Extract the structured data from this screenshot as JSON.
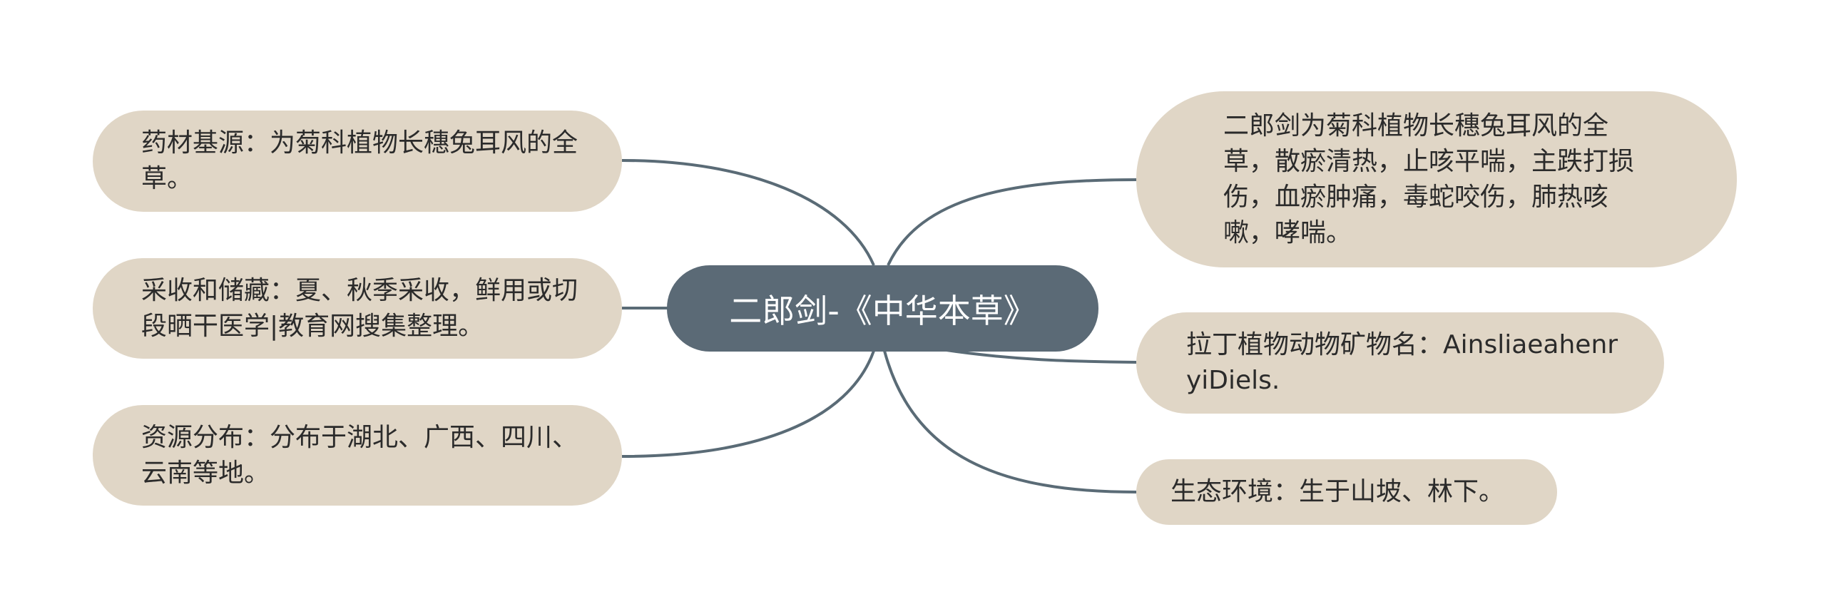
{
  "center": {
    "label": "二郎剑-《中华本草》"
  },
  "left_nodes": [
    {
      "text": "药材基源：为菊科植物长穗兔耳风的全草。"
    },
    {
      "text": "采收和储藏：夏、秋季采收，鲜用或切段晒干医学|教育网搜集整理。"
    },
    {
      "text": "资源分布：分布于湖北、广西、四川、云南等地。"
    }
  ],
  "right_nodes": [
    {
      "text": "二郎剑为菊科植物长穗兔耳风的全草，散瘀清热，止咳平喘，主跌打损伤，血瘀肿痛，毒蛇咬伤，肺热咳嗽，哮喘。"
    },
    {
      "text": "拉丁植物动物矿物名：AinsliaeahenryiDiels."
    },
    {
      "text": "生态环境：生于山坡、林下。"
    }
  ],
  "colors": {
    "center_fill": "#5b6a76",
    "node_fill": "#e0d6c6",
    "connector": "#5a6b76"
  }
}
